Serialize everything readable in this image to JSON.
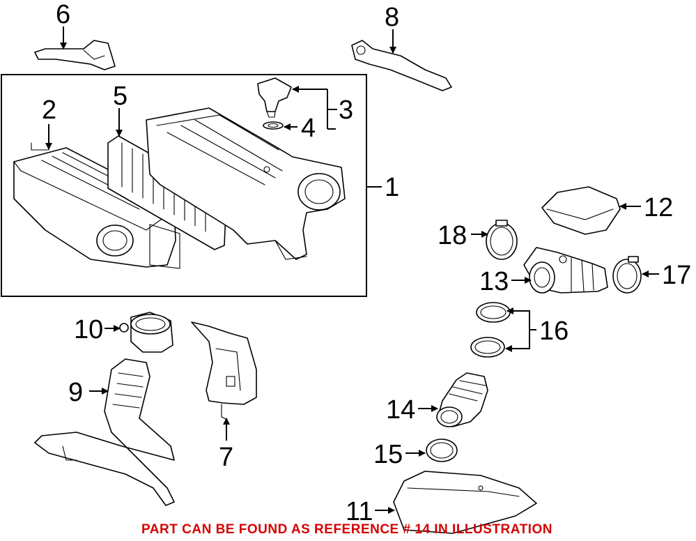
{
  "callouts": {
    "c1": "1",
    "c2": "2",
    "c3": "3",
    "c4": "4",
    "c5": "5",
    "c6": "6",
    "c7": "7",
    "c8": "8",
    "c9": "9",
    "c10": "10",
    "c11": "11",
    "c12": "12",
    "c13": "13",
    "c14": "14",
    "c15": "15",
    "c16": "16",
    "c17": "17",
    "c18": "18"
  },
  "footer_note": "PART CAN BE FOUND AS REFERENCE # 14 IN ILLUSTRATION",
  "colors": {
    "line": "#000000",
    "footer_text": "#d40000",
    "background": "#ffffff"
  }
}
